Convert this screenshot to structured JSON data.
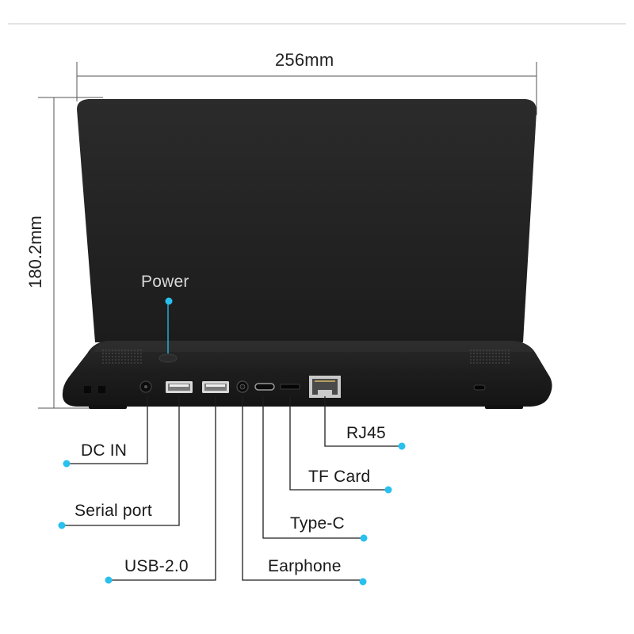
{
  "dimensions": {
    "width_label": "256mm",
    "height_label": "180.2mm"
  },
  "callouts": {
    "power": "Power",
    "dc_in": "DC IN",
    "serial_port": "Serial port",
    "usb": "USB-2.0",
    "earphone": "Earphone",
    "type_c": "Type-C",
    "tf_card": "TF Card",
    "rj45": "RJ45"
  },
  "colors": {
    "accent_dot": "#29c0ee",
    "device_body": "#232323",
    "leader_line": "#1e1e1e"
  }
}
